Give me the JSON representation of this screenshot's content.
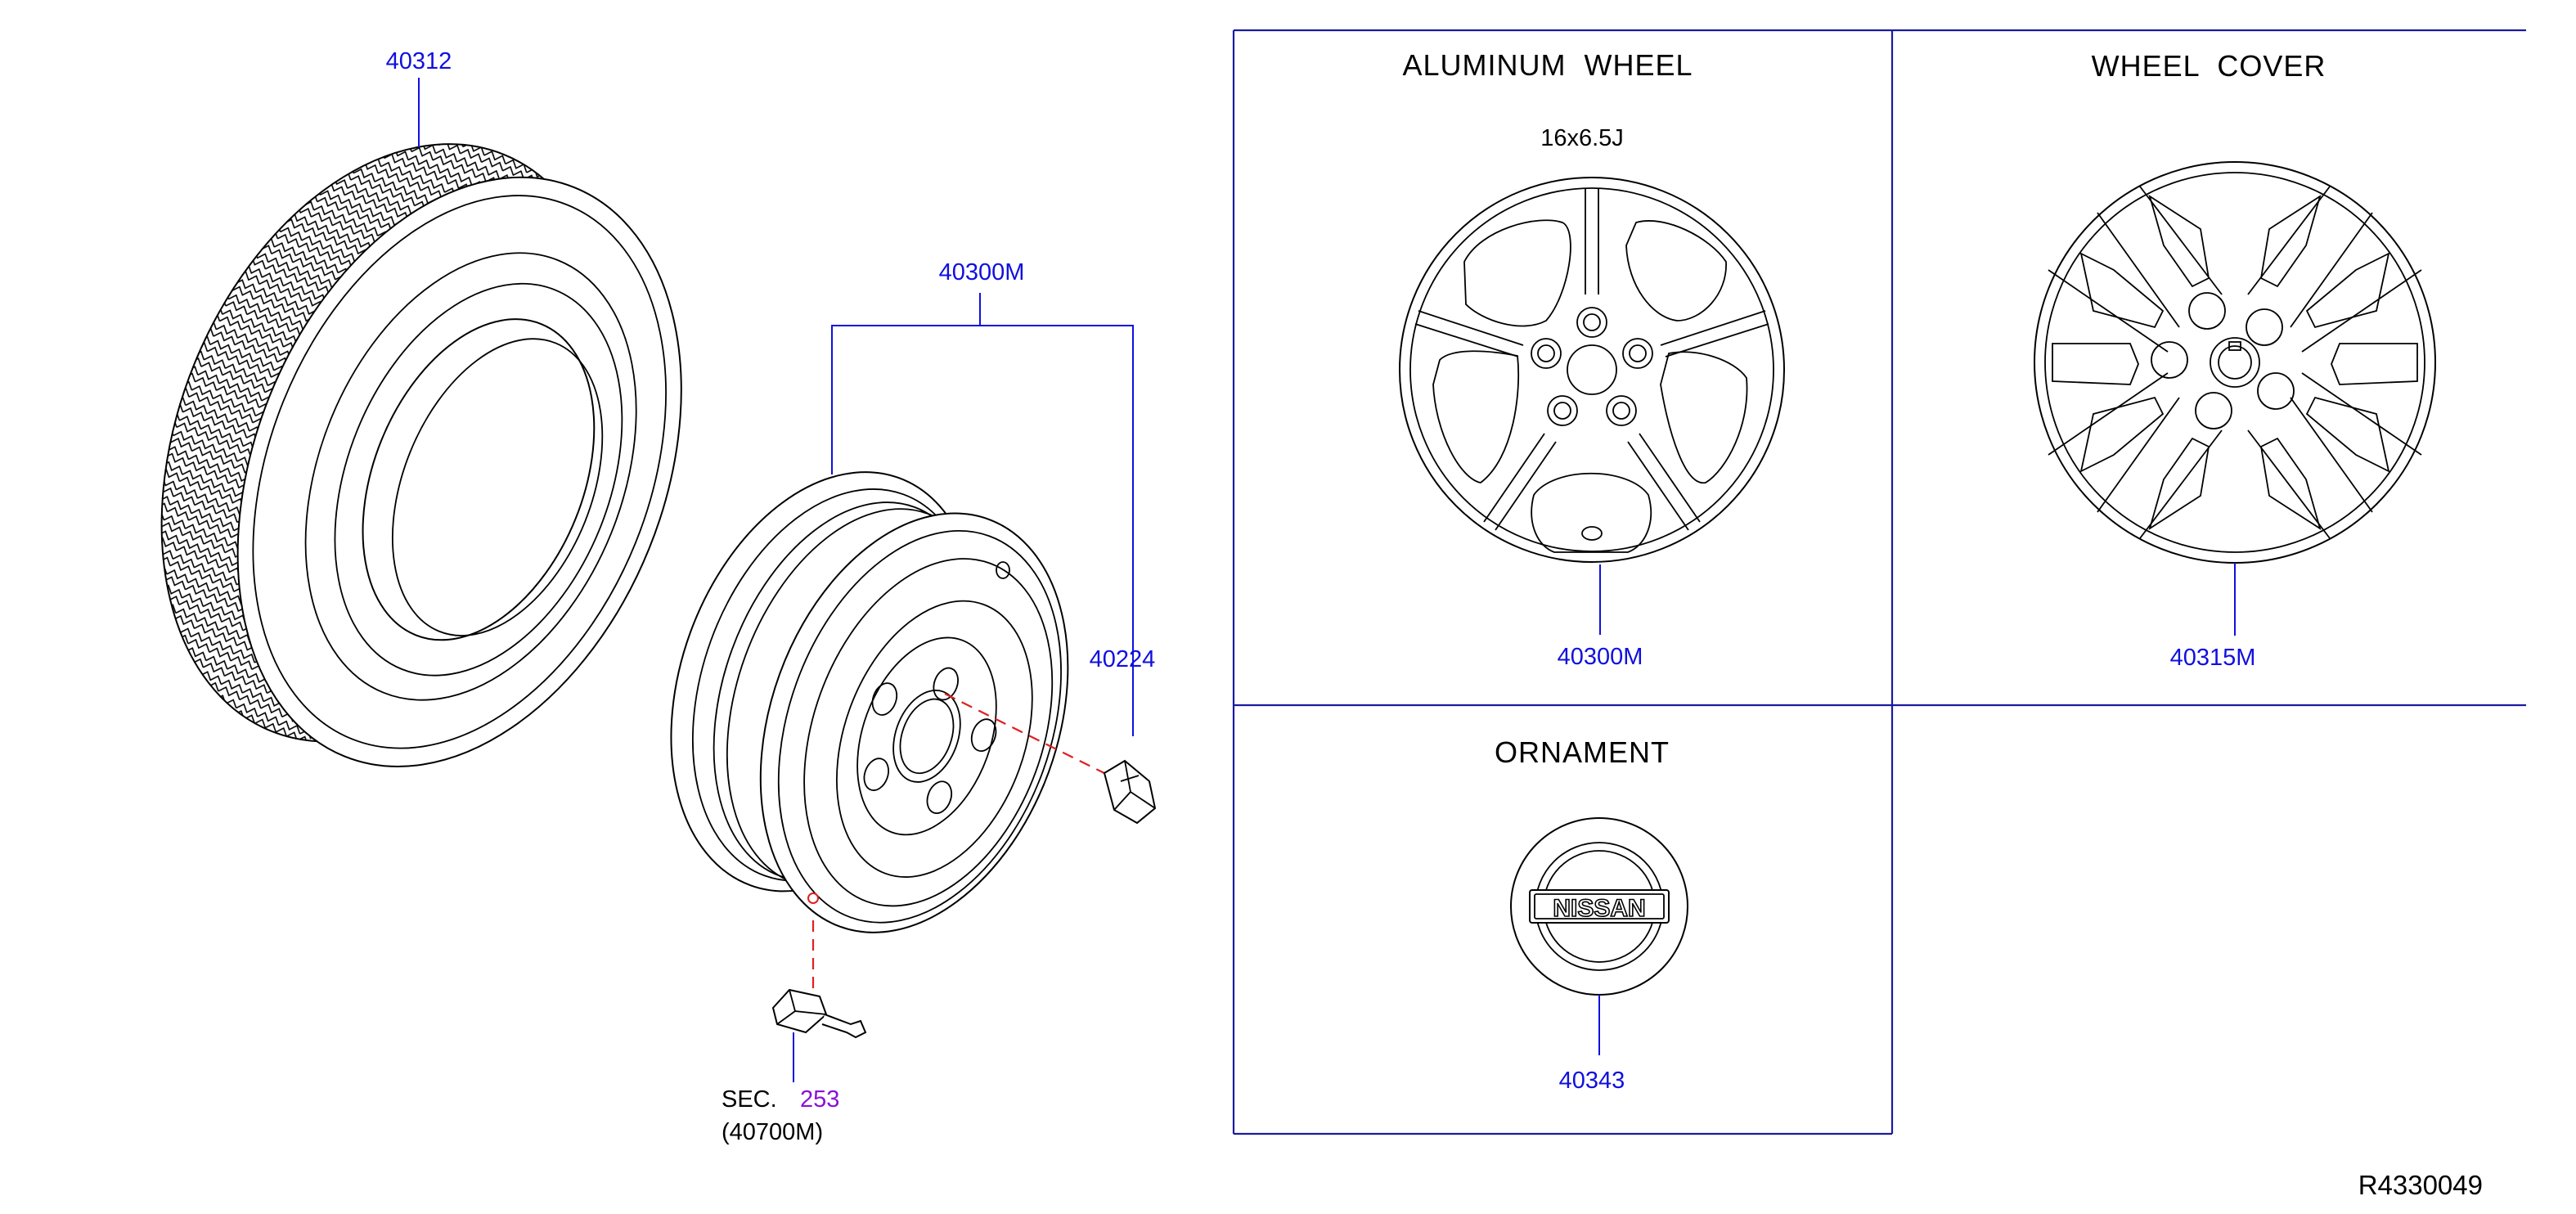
{
  "callouts": {
    "tire": "40312",
    "wheel_assembly": "40300M",
    "nut": "40224",
    "sensor_sec": "SEC.",
    "sensor_sec_num": "253",
    "sensor_part": "(40700M)",
    "alu_wheel": "40300M",
    "wheel_cover": "40315M",
    "ornament": "40343"
  },
  "panels": {
    "aluminum_wheel": {
      "title": "ALUMINUM  WHEEL",
      "size": "16x6.5J"
    },
    "wheel_cover": {
      "title": "WHEEL  COVER"
    },
    "ornament": {
      "title": "ORNAMENT",
      "badge_text": "NISSAN"
    }
  },
  "drawing_code": "R4330049",
  "colors": {
    "callout": "#1010e0",
    "section_ref": "#8a10d8",
    "dashed_lead": "#e02020",
    "frame": "#1a1aa0"
  }
}
